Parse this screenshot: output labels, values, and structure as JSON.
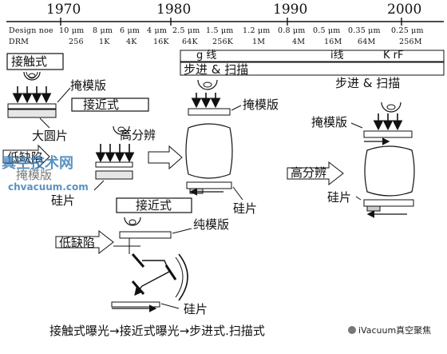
{
  "timeline": {
    "years": [
      "1970",
      "1980",
      "1990",
      "2000"
    ]
  },
  "design_node": {
    "label": "Design noe",
    "values": [
      "10 μm",
      "8 μm",
      "6 μm",
      "4 μm",
      "2.5 μm",
      "1.5 μm",
      "1.2 μm",
      "0.8 μm",
      "0.5 μm",
      "0.35 μm",
      "0.25 μm"
    ]
  },
  "dram": {
    "label": "DRM",
    "values": [
      "256",
      "1K",
      "4K",
      "16K",
      "64K",
      "256K",
      "1M",
      "4M",
      "16M",
      "64M",
      "256M"
    ]
  },
  "stages": {
    "contact": {
      "title": "接触式",
      "mask": "掩模版",
      "wafer": "大圆片",
      "low_defect": "低缺陷",
      "mask2": "掩模版"
    },
    "proximity": {
      "title": "接近式",
      "hires": "高分辨",
      "wafer": "硅片"
    },
    "proximity_low": {
      "title": "接近式",
      "pure_mask": "纯模版",
      "low_defect": "低缺陷",
      "wafer": "硅片"
    },
    "gline": {
      "line": "g 线",
      "mode": "步进 & 扫描",
      "mask": "掩模版",
      "wafer": "硅片"
    },
    "iline": {
      "line": "i线",
      "krf": "K rF",
      "mode": "步进 & 扫描",
      "mask": "掩模版",
      "hires": "高分辨",
      "wafer": "硅片"
    }
  },
  "caption": "接触式曝光→接近式曝光→步进式.扫描式",
  "watermark": {
    "brand_cn": "真空技术网",
    "brand_url": "chvacuum.com",
    "credit": "iVacuum真空聚焦"
  }
}
